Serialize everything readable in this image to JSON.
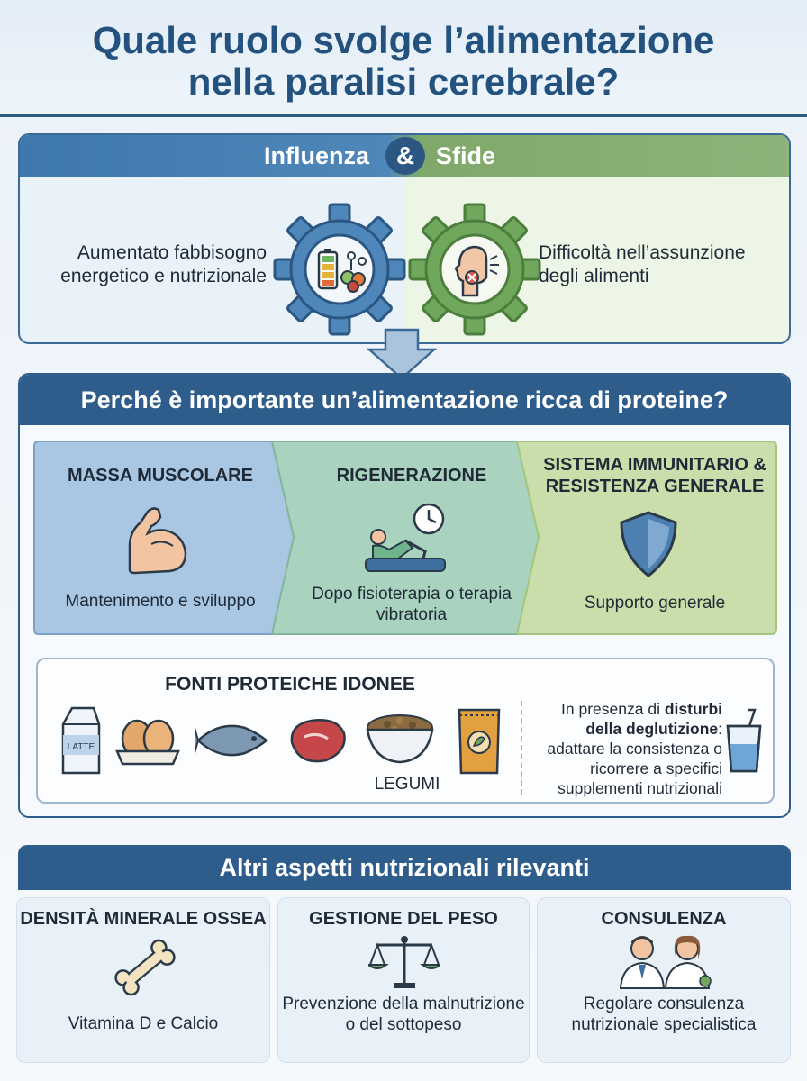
{
  "title": {
    "line1": "Quale ruolo svolge l’alimentazione",
    "line2": "nella paralisi cerebrale?"
  },
  "section1": {
    "heading_left": "Influenza",
    "heading_amp": "&",
    "heading_right": "Sfide",
    "left_text": "Aumentato fabbisogno energetico e nutrizionale",
    "right_text": "Difficoltà nell’assunzione degli alimenti",
    "icons": [
      "battery-nutrients-icon",
      "swallowing-difficulty-icon"
    ],
    "colors": {
      "blue": "#4f87ba",
      "green": "#7fa86a",
      "dark_blue": "#2e5d8c"
    }
  },
  "section2": {
    "heading": "Perché è importante un’alimentazione ricca di proteine?",
    "benefits": [
      {
        "title": "MASSA MUSCOLARE",
        "subtitle": "Mantenimento e sviluppo",
        "icon": "flexed-arm-icon"
      },
      {
        "title": "RIGENERAZIONE",
        "subtitle": "Dopo fisioterapia o terapia vibratoria",
        "icon": "resting-person-clock-icon"
      },
      {
        "title_line1": "SISTEMA IMMUNITARIO &",
        "title_line2": "RESISTENZA GENERALE",
        "subtitle": "Supporto generale",
        "icon": "shield-icon"
      }
    ],
    "sources": {
      "title": "FONTI PROTEICHE IDONEE",
      "milk_label": "LATTE",
      "legumes_label": "LEGUMI",
      "items": [
        "milk-carton-icon",
        "eggs-icon",
        "fish-icon",
        "meat-icon",
        "legumes-bowl-icon",
        "seeds-package-icon"
      ],
      "note_pre": "In presenza di ",
      "note_bold": "disturbi della deglutizione",
      "note_post": ": adattare la consistenza o ricorrere a specifici supplementi nutrizionali"
    }
  },
  "section3": {
    "heading": "Altri aspetti nutrizionali rilevanti",
    "cards": [
      {
        "title": "DENSITÀ MINERALE OSSEA",
        "subtitle": "Vitamina D e Calcio",
        "icon": "bone-icon"
      },
      {
        "title": "GESTIONE DEL PESO",
        "subtitle": "Prevenzione della malnutrizione o del sottopeso",
        "icon": "scale-icon"
      },
      {
        "title": "CONSULENZA",
        "subtitle": "Regolare consulenza nutrizionale specialistica",
        "icon": "doctors-icon"
      }
    ]
  }
}
